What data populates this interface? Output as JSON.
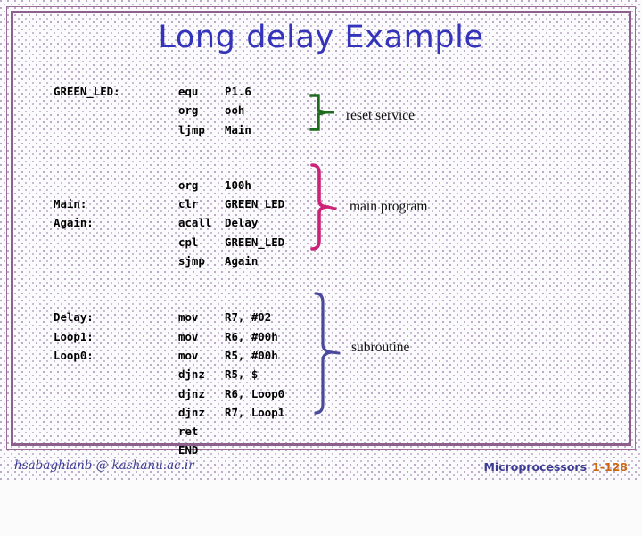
{
  "slide": {
    "title": "Long delay Example",
    "title_color": "#3333bb",
    "background_color": "#fbfafc",
    "dot_pattern_color": "#b9a8c4",
    "frame_color_outer": "#9a6c97",
    "frame_color_inner": "#8d5f8d"
  },
  "code": {
    "groups": [
      {
        "name": "reset-service",
        "lines": [
          {
            "label": "GREEN_LED:",
            "mnemonic": "equ",
            "operand": "P1.6"
          },
          {
            "label": "",
            "mnemonic": "org",
            "operand": "ooh"
          },
          {
            "label": "",
            "mnemonic": "ljmp",
            "operand": "Main"
          }
        ]
      },
      {
        "name": "main-program",
        "lines": [
          {
            "label": "",
            "mnemonic": "org",
            "operand": "100h"
          },
          {
            "label": "Main:",
            "mnemonic": "clr",
            "operand": "GREEN_LED"
          },
          {
            "label": "Again:",
            "mnemonic": "acall",
            "operand": "Delay"
          },
          {
            "label": "",
            "mnemonic": "cpl",
            "operand": "GREEN_LED"
          },
          {
            "label": "",
            "mnemonic": "sjmp",
            "operand": "Again"
          }
        ]
      },
      {
        "name": "subroutine",
        "lines": [
          {
            "label": "Delay:",
            "mnemonic": "mov",
            "operand": "R7, #02"
          },
          {
            "label": "Loop1:",
            "mnemonic": "mov",
            "operand": "R6, #00h"
          },
          {
            "label": "Loop0:",
            "mnemonic": "mov",
            "operand": "R5, #00h"
          },
          {
            "label": "",
            "mnemonic": "djnz",
            "operand": "R5, $"
          },
          {
            "label": "",
            "mnemonic": "djnz",
            "operand": "R6, Loop0"
          },
          {
            "label": "",
            "mnemonic": "djnz",
            "operand": "R7, Loop1"
          },
          {
            "label": "",
            "mnemonic": "ret",
            "operand": ""
          },
          {
            "label": "",
            "mnemonic": "END",
            "operand": ""
          }
        ]
      }
    ]
  },
  "annotations": [
    {
      "id": "reset",
      "label": "reset service",
      "brace_color": "#1d6b1d"
    },
    {
      "id": "main",
      "label": "main program",
      "brace_color": "#cc2277"
    },
    {
      "id": "subroutine",
      "label": "subroutine",
      "brace_color": "#4a4a9c"
    }
  ],
  "footer": {
    "email": "hsabaghianb @ kashanu.ac.ir",
    "course": "Microprocessors",
    "page": "1-128",
    "course_color": "#3c3c96",
    "page_color": "#cc6611"
  }
}
